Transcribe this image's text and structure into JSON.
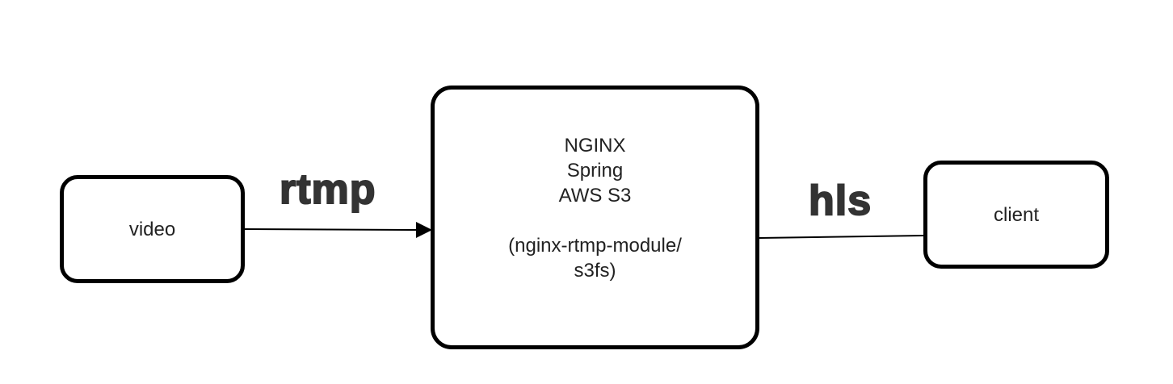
{
  "nodes": {
    "source": {
      "label": "video"
    },
    "server": {
      "lines": [
        "NGINX",
        "Spring",
        "AWS S3"
      ],
      "note_lines": [
        "(nginx-rtmp-module/",
        "s3fs)"
      ]
    },
    "client": {
      "label": "client"
    }
  },
  "edges": {
    "ingest": {
      "label": "rtmp",
      "arrow": "filled-triangle"
    },
    "delivery": {
      "label": "hls",
      "arrow": "none"
    }
  },
  "colors": {
    "stroke": "#000000",
    "text": "#222222",
    "edge_label": "#333333",
    "background": "#ffffff"
  }
}
